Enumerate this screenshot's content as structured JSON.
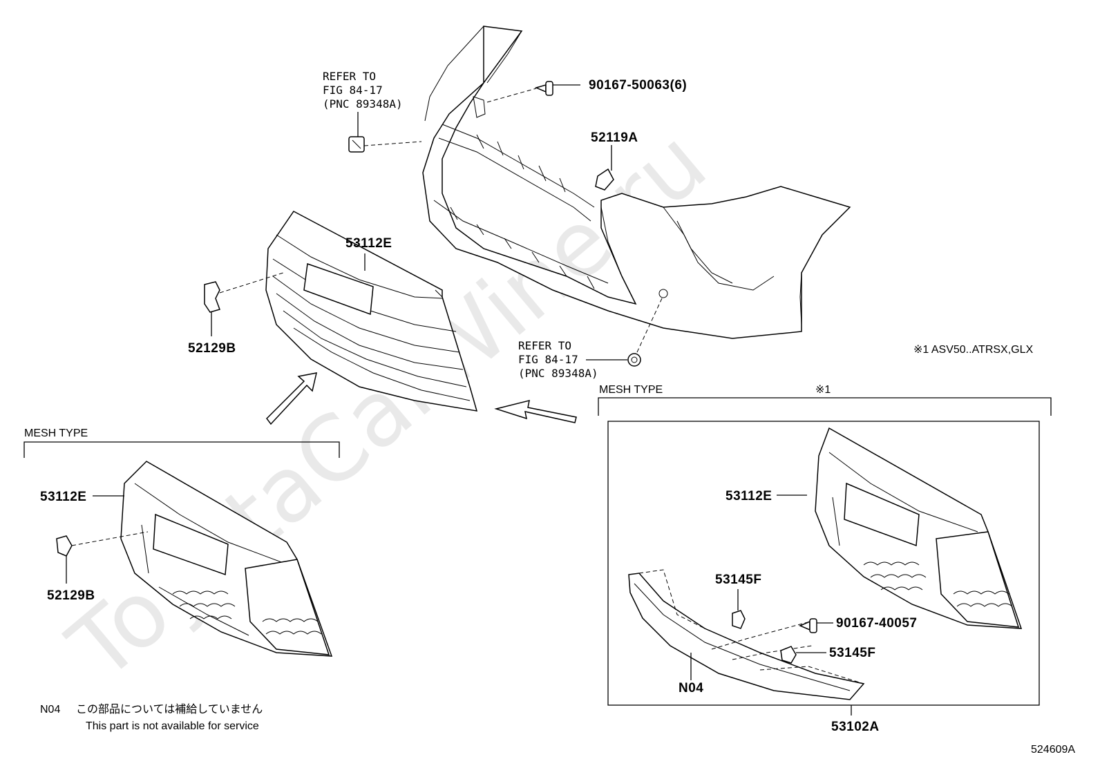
{
  "diagram": {
    "labels": {
      "screw_top": "90167-50063(6)",
      "bracket_top": "52119A",
      "grille_top": "53112E",
      "clip_left": "52129B",
      "grille_mesh_left": "53112E",
      "clip_mesh_left": "52129B",
      "grille_mesh_right": "53112E",
      "clip_mesh_right_a": "53145F",
      "screw_mesh_right": "90167-40057",
      "clip_mesh_right_b": "53145F",
      "n04": "N04",
      "assembly": "53102A",
      "figure_id": "524609A"
    },
    "refer_top": [
      "REFER TO",
      "FIG 84-17",
      "(PNC 89348A)"
    ],
    "refer_mid": [
      "REFER TO",
      "FIG 84-17",
      "(PNC 89348A)"
    ],
    "mesh_type_left": "MESH TYPE",
    "mesh_type_right": "MESH TYPE",
    "note_mark": "※1",
    "note_text": "※1 ASV50..ATRSX,GLX",
    "footnote": {
      "code": "N04",
      "jp": "この部品については補給していません",
      "en": "This part is not available for service"
    },
    "watermark": "ToyotaCarWine.ru"
  }
}
